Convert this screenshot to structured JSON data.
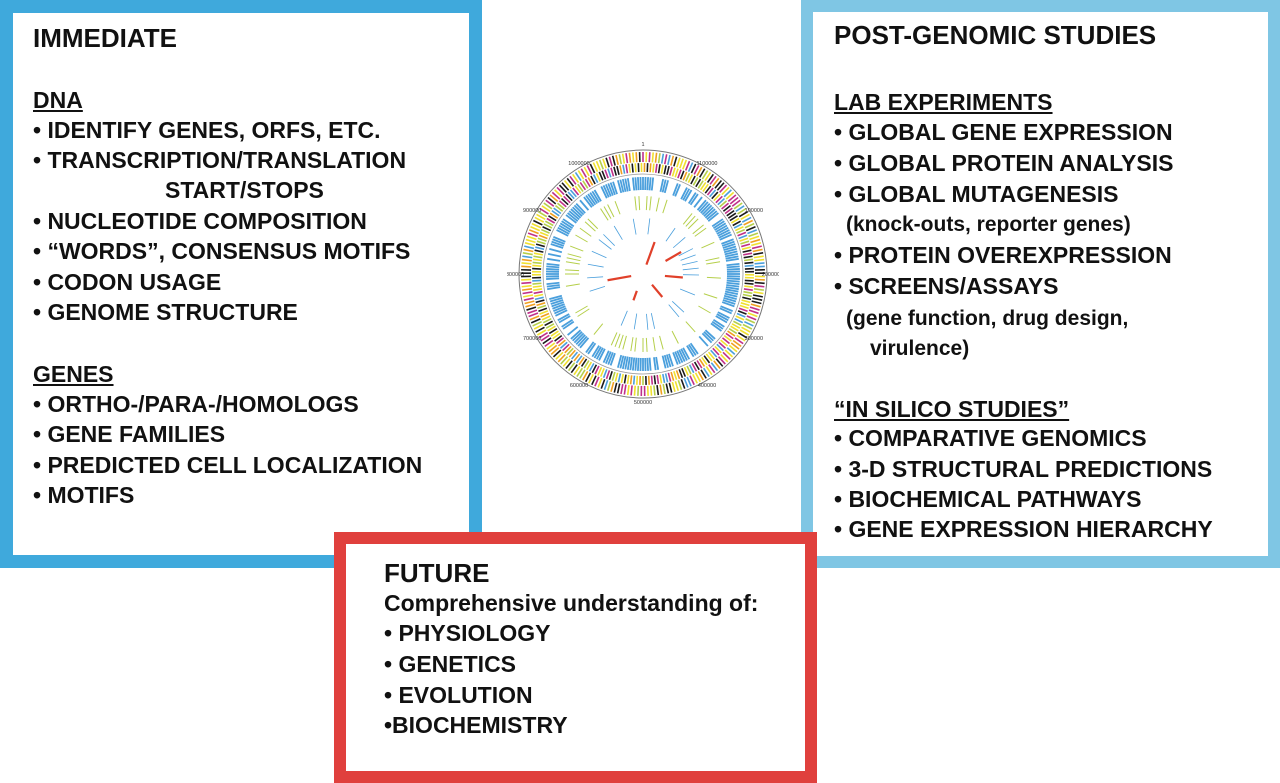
{
  "immediate": {
    "title": "IMMEDIATE",
    "dna": {
      "heading": "DNA",
      "items": [
        "• IDENTIFY GENES, ORFS, ETC.",
        "• TRANSCRIPTION/TRANSLATION",
        "START/STOPS",
        "• NUCLEOTIDE COMPOSITION",
        "• “WORDS”, CONSENSUS MOTIFS",
        "• CODON USAGE",
        "• GENOME STRUCTURE"
      ]
    },
    "genes": {
      "heading": "GENES",
      "items": [
        "• ORTHO-/PARA-/HOMOLOGS",
        "• GENE FAMILIES",
        "• PREDICTED CELL LOCALIZATION",
        "• MOTIFS"
      ]
    }
  },
  "post": {
    "title": "POST-GENOMIC STUDIES",
    "lab": {
      "heading": "LAB EXPERIMENTS",
      "items": [
        "• GLOBAL GENE EXPRESSION",
        "• GLOBAL PROTEIN ANALYSIS",
        "• GLOBAL MUTAGENESIS",
        "(knock-outs, reporter genes)",
        "• PROTEIN OVEREXPRESSION",
        "• SCREENS/ASSAYS",
        "(gene function, drug design,",
        "virulence)"
      ]
    },
    "silico": {
      "heading": "“IN SILICO STUDIES”",
      "items": [
        "• COMPARATIVE GENOMICS",
        "• 3-D STRUCTURAL PREDICTIONS",
        "• BIOCHEMICAL PATHWAYS",
        "• GENE EXPRESSION HIERARCHY"
      ]
    }
  },
  "future": {
    "title": "FUTURE",
    "intro": "Comprehensive understanding of:",
    "items": [
      "• PHYSIOLOGY",
      "• GENETICS",
      "• EVOLUTION",
      "•BIOCHEMISTRY"
    ]
  },
  "genome_map": {
    "tick_labels": [
      "1",
      "1100000",
      "100000",
      "200000",
      "300000",
      "400000",
      "500000",
      "600000",
      "700000",
      "800000",
      "900000",
      "1000000"
    ],
    "colors": {
      "blue": "#4a9fdc",
      "green": "#b5cf4a",
      "red": "#e0402a",
      "yellow": "#f0e030",
      "magenta": "#c0308a",
      "orange": "#f0a020",
      "black": "#1a1a1a"
    }
  }
}
